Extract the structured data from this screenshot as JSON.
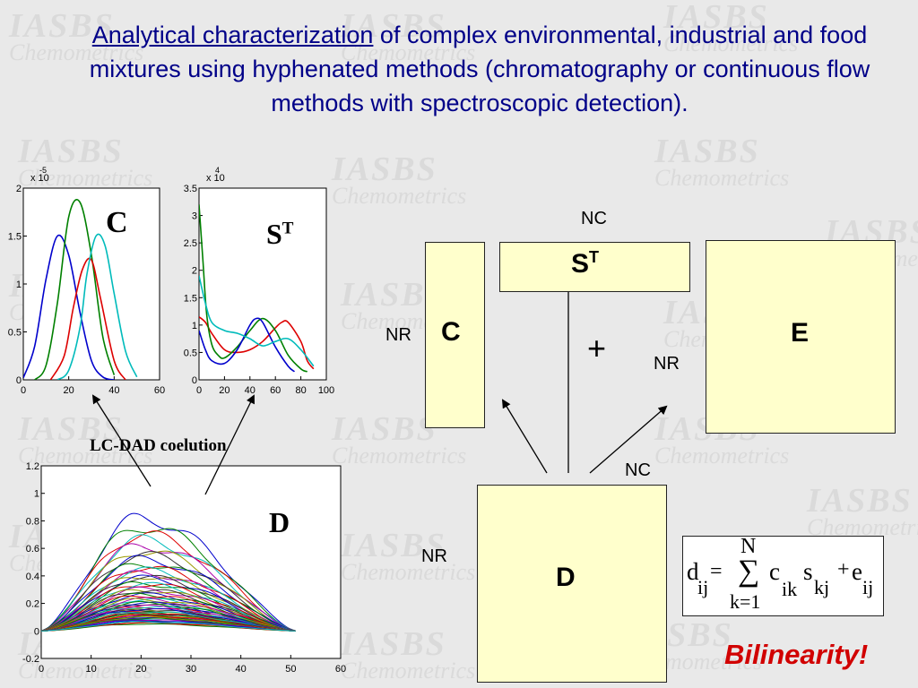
{
  "watermark": {
    "line1": "IASBS",
    "line2": "Chemometrics"
  },
  "title": {
    "underlined": "Analytical characterization",
    "rest": " of complex environmental, industrial and food mixtures using hyphenated methods (chromatography or continuous flow methods with spectroscopic detection)."
  },
  "chart_data": [
    {
      "type": "line",
      "title": "C",
      "exponent_label": "x 10",
      "exponent": "-5",
      "xlim": [
        0,
        60
      ],
      "ylim": [
        0,
        2
      ],
      "xticks": [
        "0",
        "20",
        "40",
        "60"
      ],
      "yticks": [
        "0",
        "0.5",
        "1",
        "1.5",
        "2"
      ],
      "series": [
        {
          "color": "#0000cc",
          "x": [
            0,
            5,
            10,
            15,
            20,
            25,
            30,
            35,
            40
          ],
          "y": [
            0.02,
            0.35,
            1.05,
            1.5,
            1.3,
            0.7,
            0.2,
            0.03,
            0.0
          ]
        },
        {
          "color": "#008000",
          "x": [
            5,
            10,
            15,
            20,
            25,
            30,
            35,
            40
          ],
          "y": [
            0.0,
            0.15,
            0.8,
            1.7,
            1.85,
            1.3,
            0.45,
            0.05
          ]
        },
        {
          "color": "#dd0000",
          "x": [
            12,
            18,
            22,
            26,
            30,
            34,
            40,
            45
          ],
          "y": [
            0.0,
            0.25,
            0.75,
            1.15,
            1.25,
            0.85,
            0.2,
            0.0
          ]
        },
        {
          "color": "#00bbbb",
          "x": [
            15,
            20,
            25,
            28,
            32,
            36,
            40,
            45,
            50
          ],
          "y": [
            0.0,
            0.1,
            0.55,
            1.1,
            1.5,
            1.4,
            0.9,
            0.3,
            0.03
          ]
        }
      ]
    },
    {
      "type": "line",
      "title": "S",
      "title_sup": "T",
      "exponent_label": "x 10",
      "exponent": "4",
      "xlim": [
        0,
        100
      ],
      "ylim": [
        0,
        3.5
      ],
      "xticks": [
        "0",
        "20",
        "40",
        "60",
        "80",
        "100"
      ],
      "yticks": [
        "0",
        "0.5",
        "1",
        "1.5",
        "2",
        "2.5",
        "3",
        "3.5"
      ],
      "series": [
        {
          "color": "#dd0000",
          "x": [
            0,
            5,
            10,
            20,
            30,
            40,
            50,
            60,
            65,
            70,
            80,
            85,
            90
          ],
          "y": [
            1.15,
            1.05,
            0.85,
            0.55,
            0.5,
            0.55,
            0.7,
            0.95,
            1.05,
            1.05,
            0.7,
            0.35,
            0.2
          ]
        },
        {
          "color": "#008000",
          "x": [
            0,
            3,
            6,
            10,
            15,
            20,
            30,
            40,
            50,
            60,
            70,
            80,
            85
          ],
          "y": [
            3.2,
            2.2,
            1.2,
            0.65,
            0.45,
            0.4,
            0.6,
            0.9,
            1.12,
            0.9,
            0.45,
            0.2,
            0.15
          ]
        },
        {
          "color": "#0000cc",
          "x": [
            0,
            5,
            10,
            20,
            30,
            40,
            45,
            50,
            60,
            70,
            75
          ],
          "y": [
            0.9,
            0.55,
            0.35,
            0.3,
            0.55,
            1.0,
            1.12,
            1.05,
            0.6,
            0.25,
            0.15
          ]
        },
        {
          "color": "#00bbbb",
          "x": [
            0,
            5,
            10,
            20,
            30,
            40,
            50,
            60,
            70,
            80,
            90
          ],
          "y": [
            1.9,
            1.4,
            1.05,
            0.9,
            0.85,
            0.75,
            0.62,
            0.7,
            0.75,
            0.55,
            0.25
          ]
        }
      ]
    },
    {
      "type": "line",
      "title": "D",
      "xlim": [
        0,
        60
      ],
      "ylim": [
        -0.2,
        1.2
      ],
      "xticks": [
        "0",
        "10",
        "20",
        "30",
        "40",
        "50",
        "60"
      ],
      "yticks": [
        "-0.2",
        "0",
        "0.2",
        "0.4",
        "0.6",
        "0.8",
        "1",
        "1.2"
      ],
      "peak_x": 20,
      "curve_x_range": [
        0,
        51
      ],
      "curve_count": 60,
      "top_peaks": [
        0.82,
        0.76,
        0.7,
        0.66,
        0.62,
        0.58,
        0.55,
        0.52,
        0.49,
        0.46,
        0.44,
        0.42,
        0.4
      ],
      "palette": [
        "#0000cc",
        "#008000",
        "#dd0000",
        "#00bbbb",
        "#aa00aa",
        "#999900",
        "#333333"
      ]
    }
  ],
  "labels": {
    "lc_dad": "LC-DAD coelution"
  },
  "diagram": {
    "c_box": "C",
    "st_box": "S",
    "st_sup": "T",
    "e_box": "E",
    "d_box": "D",
    "plus": "+",
    "nc_top": "NC",
    "nr_left": "NR",
    "nr_right": "NR",
    "nc_bottom": "NC",
    "nr_bottom": "NR"
  },
  "formula": {
    "d": "d",
    "d_sub": "ij",
    "eq": "=",
    "sum": "∑",
    "sum_top": "N",
    "sum_bottom": "k=1",
    "c": "c",
    "c_sub": "ik",
    "s": "s",
    "s_sub": "kj",
    "plus": "+",
    "e": "e",
    "e_sub": "ij"
  },
  "bilinearity": "Bilinearity!"
}
